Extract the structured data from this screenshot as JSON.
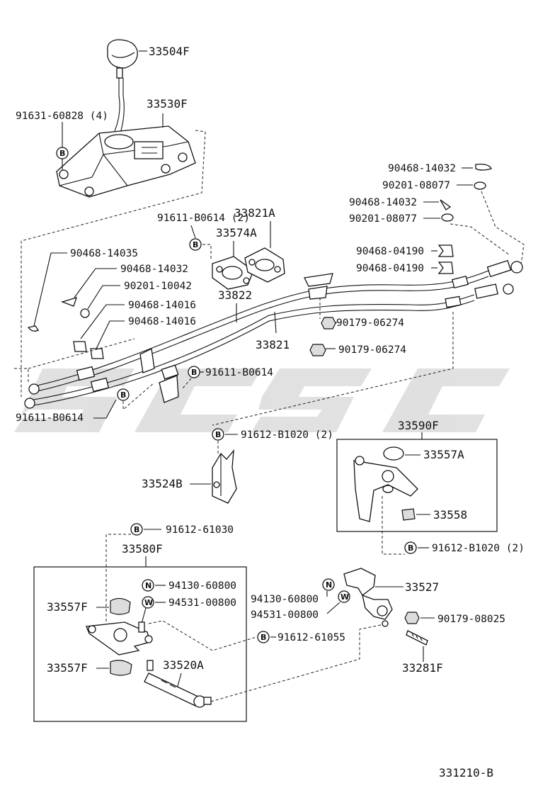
{
  "diagram_code": "331210-B",
  "parts": {
    "knob": "33504F",
    "lever_housing": "33530F",
    "bolt_housing": "91631-60828 (4)",
    "pin_a1": "90468-14032",
    "washer_a1": "90201-08077",
    "pin_a2": "90468-14032",
    "washer_a2": "90201-08077",
    "bolt_retainer": "91611-B0614 (2)",
    "retainer": "33574A",
    "retainer_b": "33821A",
    "clip_1": "90468-04190",
    "clip_2": "90468-04190",
    "pin_b1": "90468-14035",
    "pin_b2": "90468-14032",
    "washer_b": "90201-10042",
    "clip_b1": "90468-14016",
    "clip_b2": "90468-14016",
    "cable_select": "33822",
    "cable_shift": "33821",
    "nut_1": "90179-06274",
    "nut_2": "90179-06274",
    "bolt_mid": "91611-B0614",
    "bolt_left": "91611-B0614",
    "bolt_bracket": "91612-B1020 (2)",
    "bracket": "33524B",
    "lever_assy": "33590F",
    "bushing_a": "33557A",
    "bushing_b": "33558",
    "bolt_lever": "91612-B1020 (2)",
    "bolt_sub_top": "91612-61030",
    "sub_assy": "33580F",
    "nut_sub": "94130-60800",
    "washer_sub": "94531-00800",
    "bushing_f1": "33557F",
    "bushing_f2": "33557F",
    "bolt_sub": "91612-61055",
    "rod": "33520A",
    "nut_right": "94130-60800",
    "washer_right": "94531-00800",
    "lever_part": "33527",
    "nut_right2": "90179-08025",
    "stud": "33281F"
  },
  "badges": {
    "bolt": "B",
    "nut": "N",
    "washer": "W"
  },
  "colors": {
    "ink": "#111111",
    "watermark": "#c8c8c8"
  }
}
